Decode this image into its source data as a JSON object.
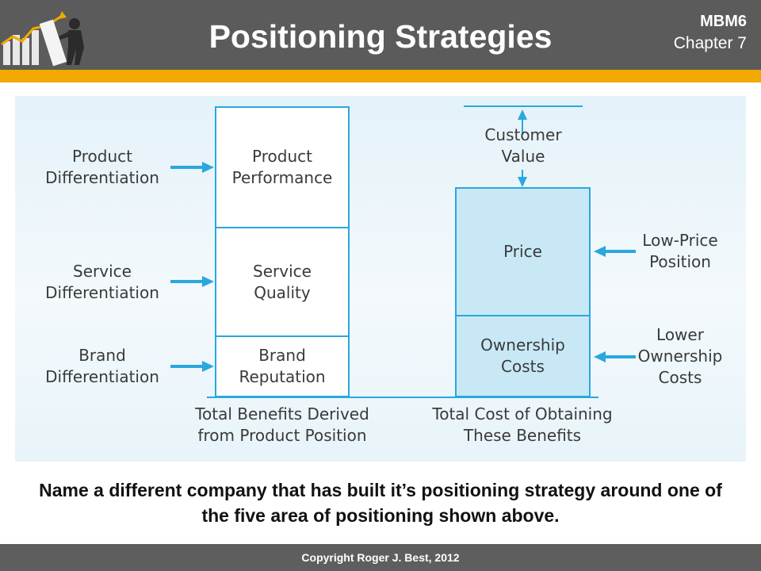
{
  "header": {
    "title": "Positioning Strategies",
    "course_code": "MBM6",
    "chapter": "Chapter 7",
    "colors": {
      "header_bg": "#5b5b5b",
      "stripe": "#f2a900",
      "accent": "#29a8dd"
    }
  },
  "diagram": {
    "left_labels": [
      "Product\nDifferentiation",
      "Service\nDifferentiation",
      "Brand\nDifferentiation"
    ],
    "benefit_boxes": [
      "Product\nPerformance",
      "Service\nQuality",
      "Brand\nReputation"
    ],
    "customer_value": "Customer\nValue",
    "cost_boxes": [
      "Price",
      "Ownership\nCosts"
    ],
    "right_labels": [
      "Low-Price\nPosition",
      "Lower\nOwnership\nCosts"
    ],
    "benefits_caption": "Total Benefits Derived\nfrom Product Position",
    "costs_caption": "Total Cost of Obtaining\nThese Benefits"
  },
  "question": "Name a different company that has built it’s positioning strategy around one of the five area of positioning shown above.",
  "footer": "Copyright Roger J. Best, 2012"
}
